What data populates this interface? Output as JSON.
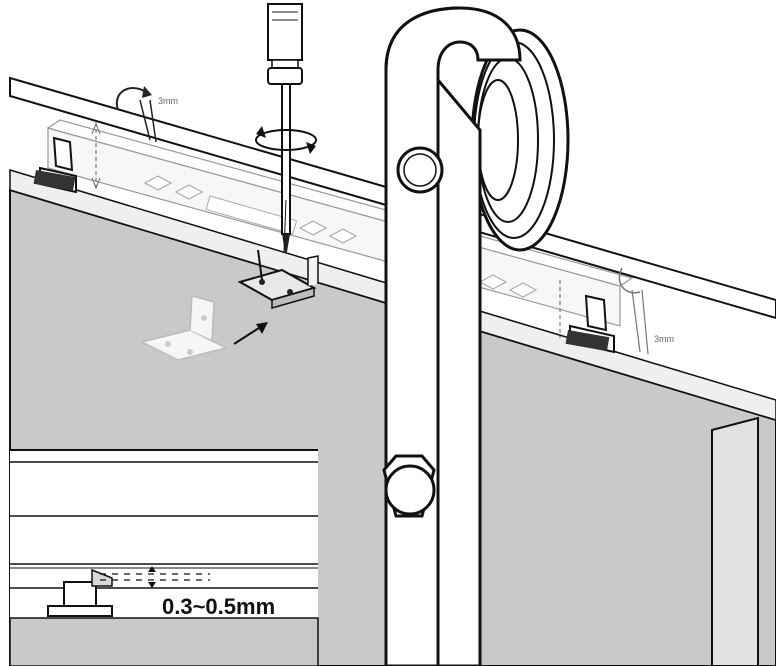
{
  "labels": {
    "clearance_left": "3mm",
    "clearance_right": "3mm",
    "gap_range": "0.3~0.5mm"
  },
  "colors": {
    "door_fill": "#c9c9c9",
    "door_edge": "#dcdcdc",
    "line": "#111111",
    "background": "#ffffff"
  },
  "icons": {
    "screwdriver": "screwdriver-icon",
    "rotation_arrow": "rotate-arrow-icon",
    "direction_arrow": "arrow-icon"
  }
}
